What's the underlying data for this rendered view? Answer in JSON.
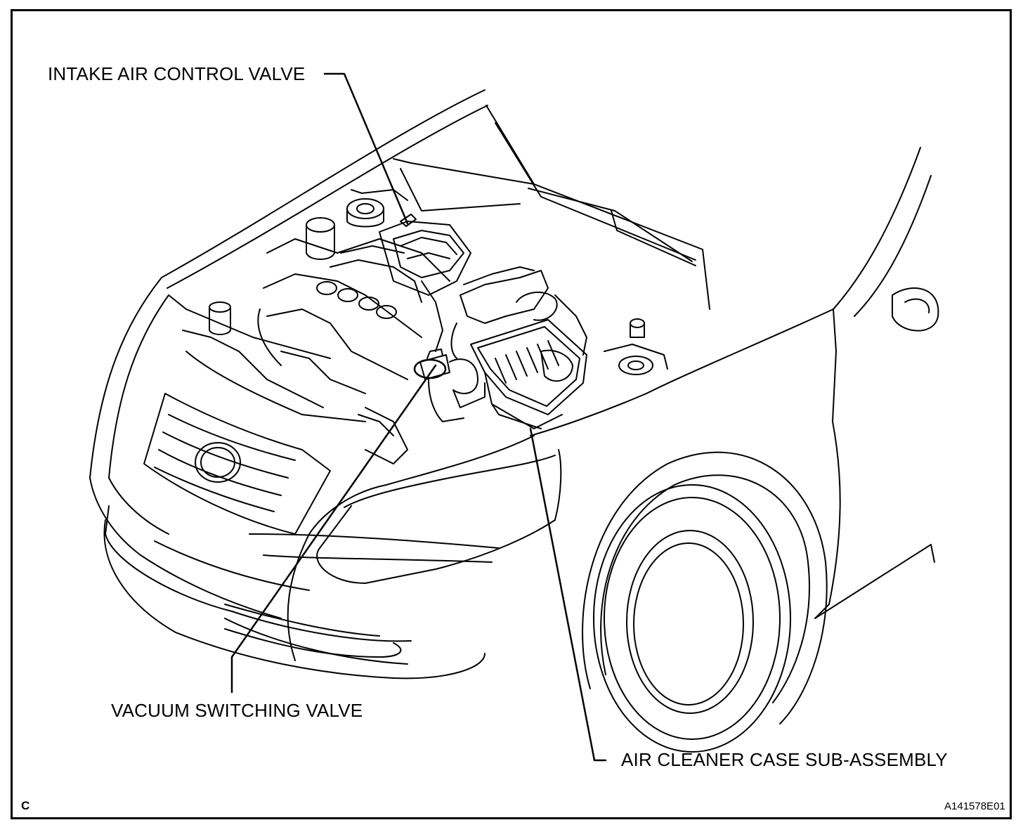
{
  "callouts": {
    "intake_air_control_valve": "INTAKE AIR CONTROL VALVE",
    "vacuum_switching_valve": "VACUUM SWITCHING VALVE",
    "air_cleaner_case": "AIR CLEANER CASE SUB-ASSEMBLY"
  },
  "corner": {
    "section_letter": "C",
    "figure_id": "A141578E01"
  },
  "colors": {
    "ink": "#000000",
    "paper": "#ffffff"
  }
}
